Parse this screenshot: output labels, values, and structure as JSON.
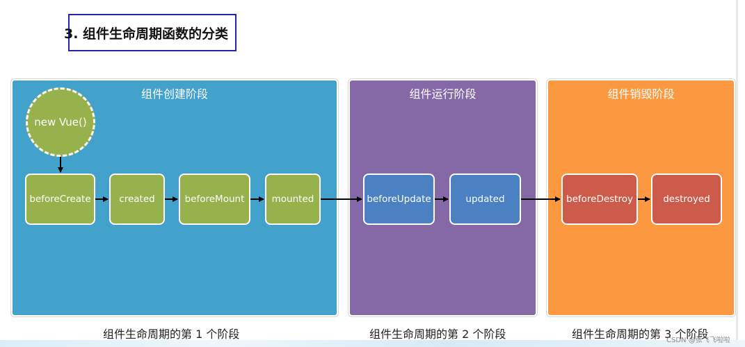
{
  "title": "3. 组件生命周期函数的分类",
  "stages": [
    {
      "name": "组件创建阶段",
      "caption": "组件生命周期的第 1 个阶段"
    },
    {
      "name": "组件运行阶段",
      "caption": "组件生命周期的第 2 个阶段"
    },
    {
      "name": "组件销毁阶段",
      "caption": "组件生命周期的第 3 个阶段"
    }
  ],
  "start_node": "new Vue()",
  "nodes": [
    {
      "label": "beforeCreate"
    },
    {
      "label": "created"
    },
    {
      "label": "beforeMount"
    },
    {
      "label": "mounted"
    },
    {
      "label": "beforeUpdate"
    },
    {
      "label": "updated"
    },
    {
      "label": "beforeDestroy"
    },
    {
      "label": "destroyed"
    }
  ],
  "colors": {
    "create_panel": "#43a2cc",
    "run_panel": "#8569a6",
    "destroy_panel": "#fc9940",
    "create_node": "#97b24c",
    "run_node": "#4b81c3",
    "destroy_node": "#cd5b4b"
  },
  "watermark": "CSDN @张飞飞啦啦"
}
